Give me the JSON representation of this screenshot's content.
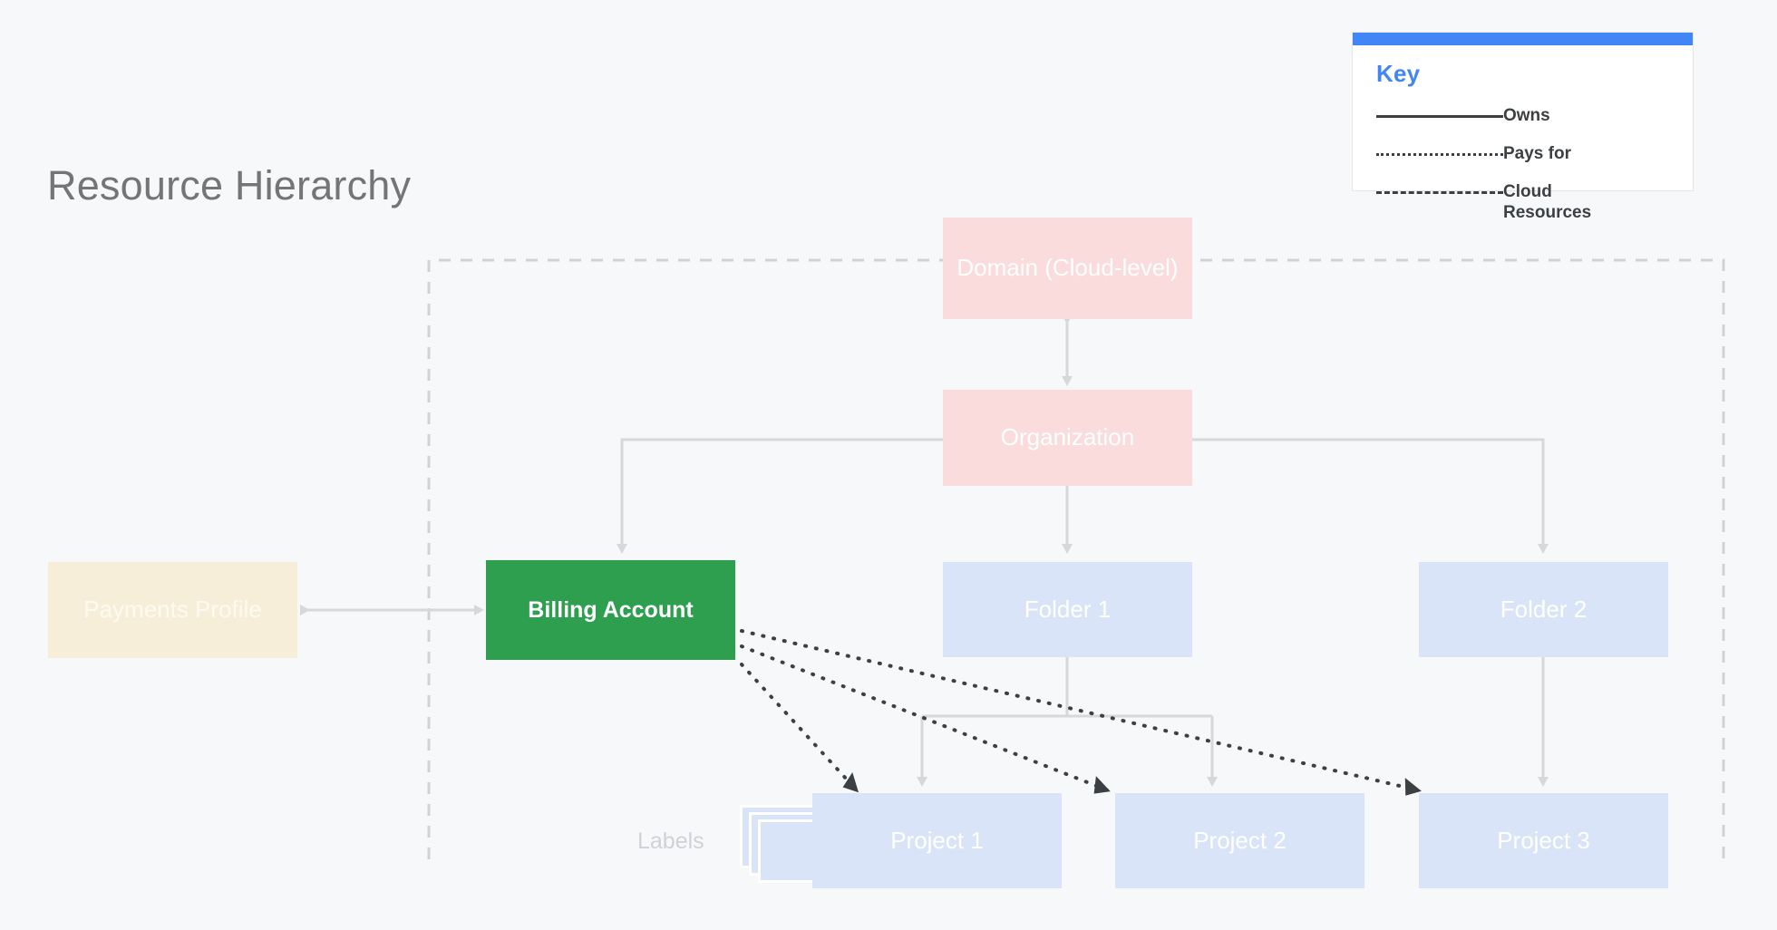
{
  "page": {
    "title": "Resource Hierarchy",
    "background_color": "#f7f8fa"
  },
  "key": {
    "title": "Key",
    "accent_color": "#4285f4",
    "items": [
      {
        "style": "solid",
        "label": "Owns"
      },
      {
        "style": "dotted",
        "label": "Pays for"
      },
      {
        "style": "dashed",
        "label": "Cloud Resources"
      }
    ]
  },
  "nodes": {
    "domain": {
      "label": "Domain (Cloud-level)",
      "color": "#fadcdc"
    },
    "organization": {
      "label": "Organization",
      "color": "#fadcdc"
    },
    "payments_profile": {
      "label": "Payments Profile",
      "color": "#f7eed9"
    },
    "billing_account": {
      "label": "Billing Account",
      "color": "#2e9e4f"
    },
    "folder_1": {
      "label": "Folder 1",
      "color": "#d9e4f8"
    },
    "folder_2": {
      "label": "Folder 2",
      "color": "#d9e4f8"
    },
    "project_1": {
      "label": "Project 1",
      "color": "#d9e4f8"
    },
    "project_2": {
      "label": "Project 2",
      "color": "#d9e4f8"
    },
    "project_3": {
      "label": "Project 3",
      "color": "#d9e4f8"
    },
    "labels": {
      "label": "Labels",
      "color": "#d9e4f8"
    }
  },
  "cloud_boundary": {
    "style": "dashed",
    "color": "#d0d3d6"
  },
  "edges": {
    "owns_color": "#d6d8da",
    "pays_for_color": "#3c4043"
  }
}
